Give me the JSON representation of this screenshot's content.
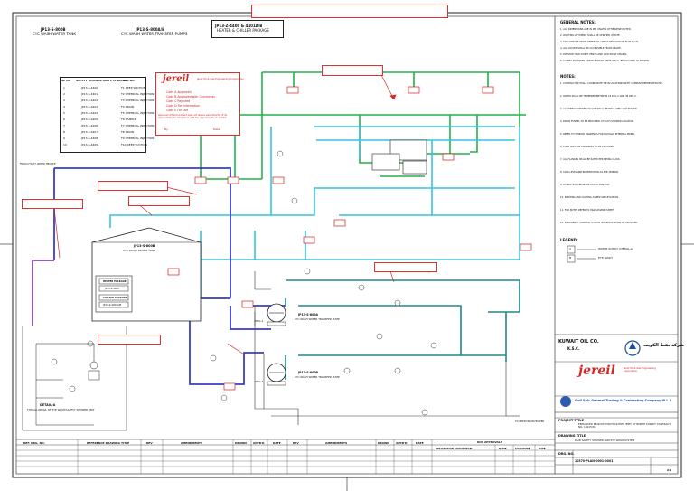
{
  "sheet": {
    "drawing_no": "10370-PLAN-0001-0001"
  },
  "equipment_headers": [
    {
      "title": "JP13-S-800B",
      "sub": "CYC WASH WATER TANK"
    },
    {
      "title": "JP13-S-800A/B",
      "sub": "CYC WASH WATER TRANSFER PUMPS"
    },
    {
      "title": "JP13-Z-4400 & 4401A/B",
      "sub": "HEATER & CHILLER PACKAGE"
    }
  ],
  "tag_table": {
    "headers": [
      "SL NO",
      "SAFETY SHOWER AND EYE WASH",
      "TAG NO"
    ],
    "rows": [
      [
        "1",
        "JP13-S-4400",
        "F1 DEEP SUCTION"
      ],
      [
        "2",
        "JP13-S-4401",
        "F2 CHEMICAL INJECTION"
      ],
      [
        "3",
        "JP13-S-4402",
        "F3 CHEMICAL INJECTION"
      ],
      [
        "4",
        "JP13-S-4403",
        "F4 DRAIN"
      ],
      [
        "5",
        "JP13-S-4404",
        "F5 CHEMICAL INJECTION"
      ],
      [
        "6",
        "JP13-S-4405",
        "F6 SAMPLE"
      ],
      [
        "7",
        "JP13-S-4406",
        "F7 CHEMICAL INJECTION"
      ],
      [
        "8",
        "JP13-S-4407",
        "F8 DRAIN"
      ],
      [
        "9",
        "JP13-S-4408",
        "F9 CHEMICAL INJECTION"
      ],
      [
        "10",
        "JP13-S-4409",
        "F10 DEEP SUCTION"
      ]
    ]
  },
  "approval_stamp": {
    "company": "Jereil Oil & Gas Engineering Corporation",
    "logo": "jereil",
    "codes": [
      "Code A Approved",
      "Code B Approved with Comments",
      "Code C Rejected",
      "Code D For Information",
      "Code E For Use"
    ],
    "note": "Approval of this Document does not relieve subcontractor of its responsibility for compliance with the requirements of contract",
    "by_label": "By",
    "date_label": "Date"
  },
  "diagram_labels": {
    "tank_tag": "JP13-S-800B",
    "tank_name": "CYC WASH WATER TANK",
    "pump_a_tag": "JP13-S-800A",
    "pump_a_name": "CYC WASH WATER TRANSFER PUMP",
    "pump_b_tag": "JP13-S-800B",
    "pump_b_name": "CYC WASH WATER TRANSFER PUMP",
    "heater_pkg": "HEATER PACKAGE",
    "heater_tag": "JP13-Z-4400",
    "chiller_pkg": "CHILLER PACKAGE",
    "chiller_tag": "JP13-Z-4401A/B",
    "detail_title": "DETAIL-A",
    "detail_sub": "TYPICAL DETAIL OF EYE WASH/SAFETY SHOWER UNIT",
    "pump_label_a": "DPG-1",
    "pump_label_b": "DPG-2",
    "from_utility": "FROM UTILITY WATER HEADER",
    "to_open_drain": "TO OPEN DRAIN HEADER"
  },
  "general_notes": {
    "title": "GENERAL NOTES:",
    "items": [
      "1. ALL DIMENSIONS ARE IN MM UNLESS OTHERWISE NOTED.",
      "2. ROUTING OF PIPING SHALL BE VERIFIED AT SITE.",
      "3. FOR CONTINUATION REFER TO LATEST REVISION OF PLOT PLAN.",
      "4. ALL VALVES SHALL BE ACCESSIBLE FROM GRADE.",
      "5. PROVIDE HIGH POINT VENTS AND LOW POINT DRAINS.",
      "6. SAFETY SHOWERS AND EYE WASH UNITS SHALL BE LOCATED AS SHOWN."
    ],
    "notes_title": "NOTES:",
    "notes": [
      "1. CONTRACTOR SHALL COORDINATE TIE-IN LOCATIONS WITH COMPANY REPRESENTATIVE.",
      "2. WATER SHALL BE TEMPERED BETWEEN 16 DEG C AND 38 DEG C.",
      "3. ALL PIPING EXPOSED TO SUN SHALL BE INSULATED AND TRACED.",
      "4. DRAIN FUNNEL TO BE PROVIDED AT EACH SHOWER LOCATION.",
      "5. REFER TO VENDOR DRAWINGS FOR PACKAGE INTERNAL PIPING.",
      "6. PUMP SUCTION STRAINERS TO BE PROVIDED.",
      "7. ALL FLANGES SHALL BE RATED PER PIPING CLASS.",
      "8. TANK LEVEL INSTRUMENTATION AS PER VENDOR.",
      "9. HYDROTEST PRESSURE AS PER LINE LIST.",
      "10. PAINTING AND COATING AS PER SPECIFICATION.",
      "11. FOR NOTES REFER TO P&ID LEGEND SHEET.",
      "12. EMERGENCY CONTROL SYSTEM INTERFACE SHALL BE PROVIDED."
    ],
    "legend_title": "LEGEND:",
    "legend": [
      {
        "code": "A",
        "label": "WATER SUPPLY (DETAIL-A)"
      },
      {
        "code": "B",
        "label": "EYE WASH"
      }
    ]
  },
  "title_block": {
    "client": "KUWAIT OIL CO.",
    "client_sub": "K.S.C.",
    "client_ar": "شركة نفط الكويت",
    "contractor": "jereil",
    "contractor_full": "Jereil Oil & Gas Engineering Corporation",
    "subcontractor": "Gulf Spic General Trading & Contracting Company W.L.L.",
    "project_label": "PROJECT TITLE",
    "project": "ENHANCED PRODUCTION FACILITIES (EPF) AT NORTH KUWAIT CONTRACT NO. 16015/IS",
    "drawing_label": "DRAWING TITLE",
    "drawing_title": "P&ID SAFETY SHOWER AND EYE WASH SYSTEM",
    "drg_no_label": "DRG. NO.",
    "sheet_no": "A1"
  },
  "revision_block": {
    "headers": [
      "REF. DRG. NO.",
      "REFERENCE DRAWING TITLE",
      "REV",
      "AMENDMENTS",
      "DRAWN",
      "APPR'D",
      "DATE",
      "REV",
      "AMENDMENTS",
      "DRAWN",
      "APPR'D",
      "DATE"
    ],
    "koc_approval": "KOC APPROVALS",
    "koc_cols": [
      "DESIGNATION GROUP/TEAM",
      "NAME",
      "SIGNATURE",
      "DATE"
    ]
  },
  "colors": {
    "green": "#22b34a",
    "cyan": "#35c4dd",
    "blue": "#3a3fc8",
    "purple": "#8a44b8",
    "teal": "#1f8a8a",
    "red": "#e0302b"
  }
}
